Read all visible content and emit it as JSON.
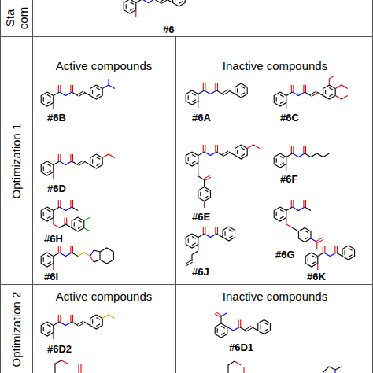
{
  "diagram": {
    "nodes": [
      {
        "text": [
          "Sta com"
        ]
      },
      {
        "text": [
          "#6"
        ],
        "in": 0
      },
      {
        "text": [
          "Optimization 1"
        ]
      },
      {
        "text": [
          "Active compounds"
        ],
        "in": 2
      },
      {
        "text": [
          "#6B"
        ],
        "in": 3
      },
      {
        "text": [
          "#6D"
        ],
        "in": 3
      },
      {
        "text": [
          "#6H"
        ],
        "in": 3
      },
      {
        "text": [
          "#6I"
        ],
        "in": 3
      },
      {
        "text": [
          "Inactive compounds"
        ],
        "in": 2
      },
      {
        "text": [
          "#6A"
        ],
        "in": 8
      },
      {
        "text": [
          "#6C"
        ],
        "in": 8
      },
      {
        "text": [
          "#6E"
        ],
        "in": 8
      },
      {
        "text": [
          "#6F"
        ],
        "in": 8
      },
      {
        "text": [
          "#6G"
        ],
        "in": 8
      },
      {
        "text": [
          "#6J"
        ],
        "in": 8
      },
      {
        "text": [
          "#6K"
        ],
        "in": 8
      },
      {
        "text": [
          "Optimization 2"
        ]
      },
      {
        "text": [
          "Active compounds"
        ],
        "in": 16
      },
      {
        "text": [
          "#6D2"
        ],
        "in": 17
      },
      {
        "text": [
          "Inactive compounds"
        ],
        "in": 16
      },
      {
        "text": [
          "#6D1"
        ],
        "in": 19
      }
    ]
  }
}
